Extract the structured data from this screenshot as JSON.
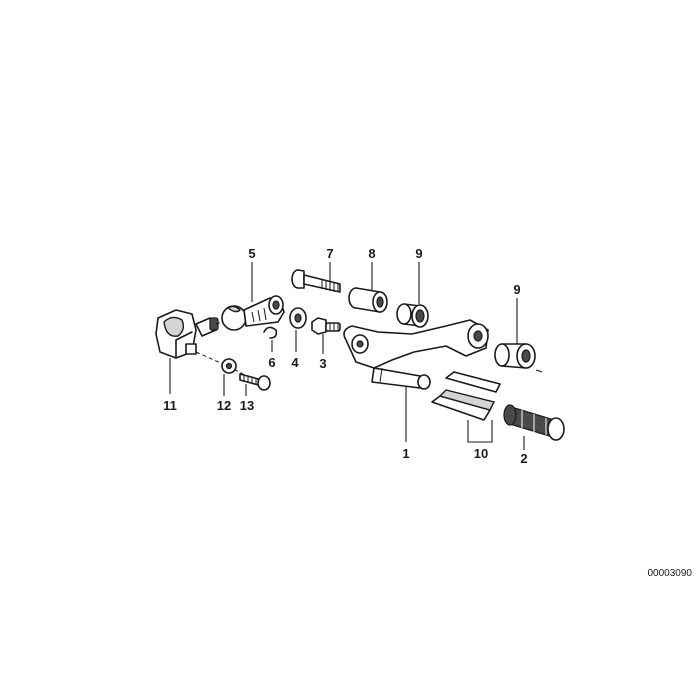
{
  "callouts": {
    "c1": "1",
    "c2": "2",
    "c3": "3",
    "c4": "4",
    "c5": "5",
    "c6": "6",
    "c7": "7",
    "c8": "8",
    "c9a": "9",
    "c9b": "9",
    "c10": "10",
    "c11": "11",
    "c12": "12",
    "c13": "13"
  },
  "drawing_number": "00003090"
}
